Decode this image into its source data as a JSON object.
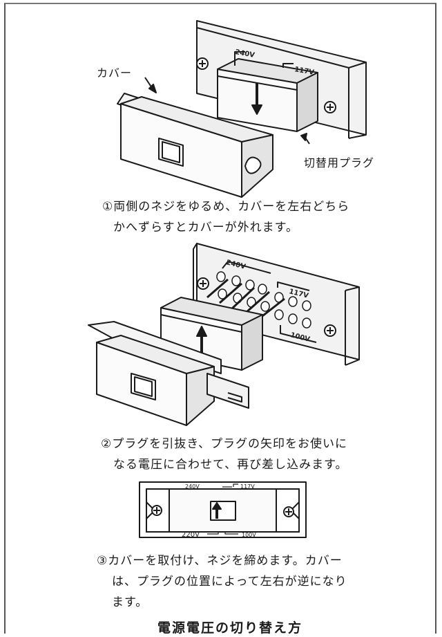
{
  "labels": {
    "cover": "カバー",
    "plug": "切替用プラグ"
  },
  "voltages": {
    "v240": "240V",
    "v117": "117V",
    "v100": "100V",
    "v220": "220V"
  },
  "steps": [
    {
      "line1": "①両側のネジをゆるめ、カバーを左右どちら",
      "line2": "かへずらすとカバーが外れます。"
    },
    {
      "line1": "②プラグを引抜き、プラグの矢印をお使いに",
      "line2": "なる電圧に合わせて、再び差し込みます。"
    },
    {
      "line1": "③カバーを取付け、ネジを締めます。カバー",
      "line2": "は、プラグの位置によって左右が逆になり",
      "line3": "ます。"
    }
  ],
  "title": "電源電圧の切り替え方"
}
